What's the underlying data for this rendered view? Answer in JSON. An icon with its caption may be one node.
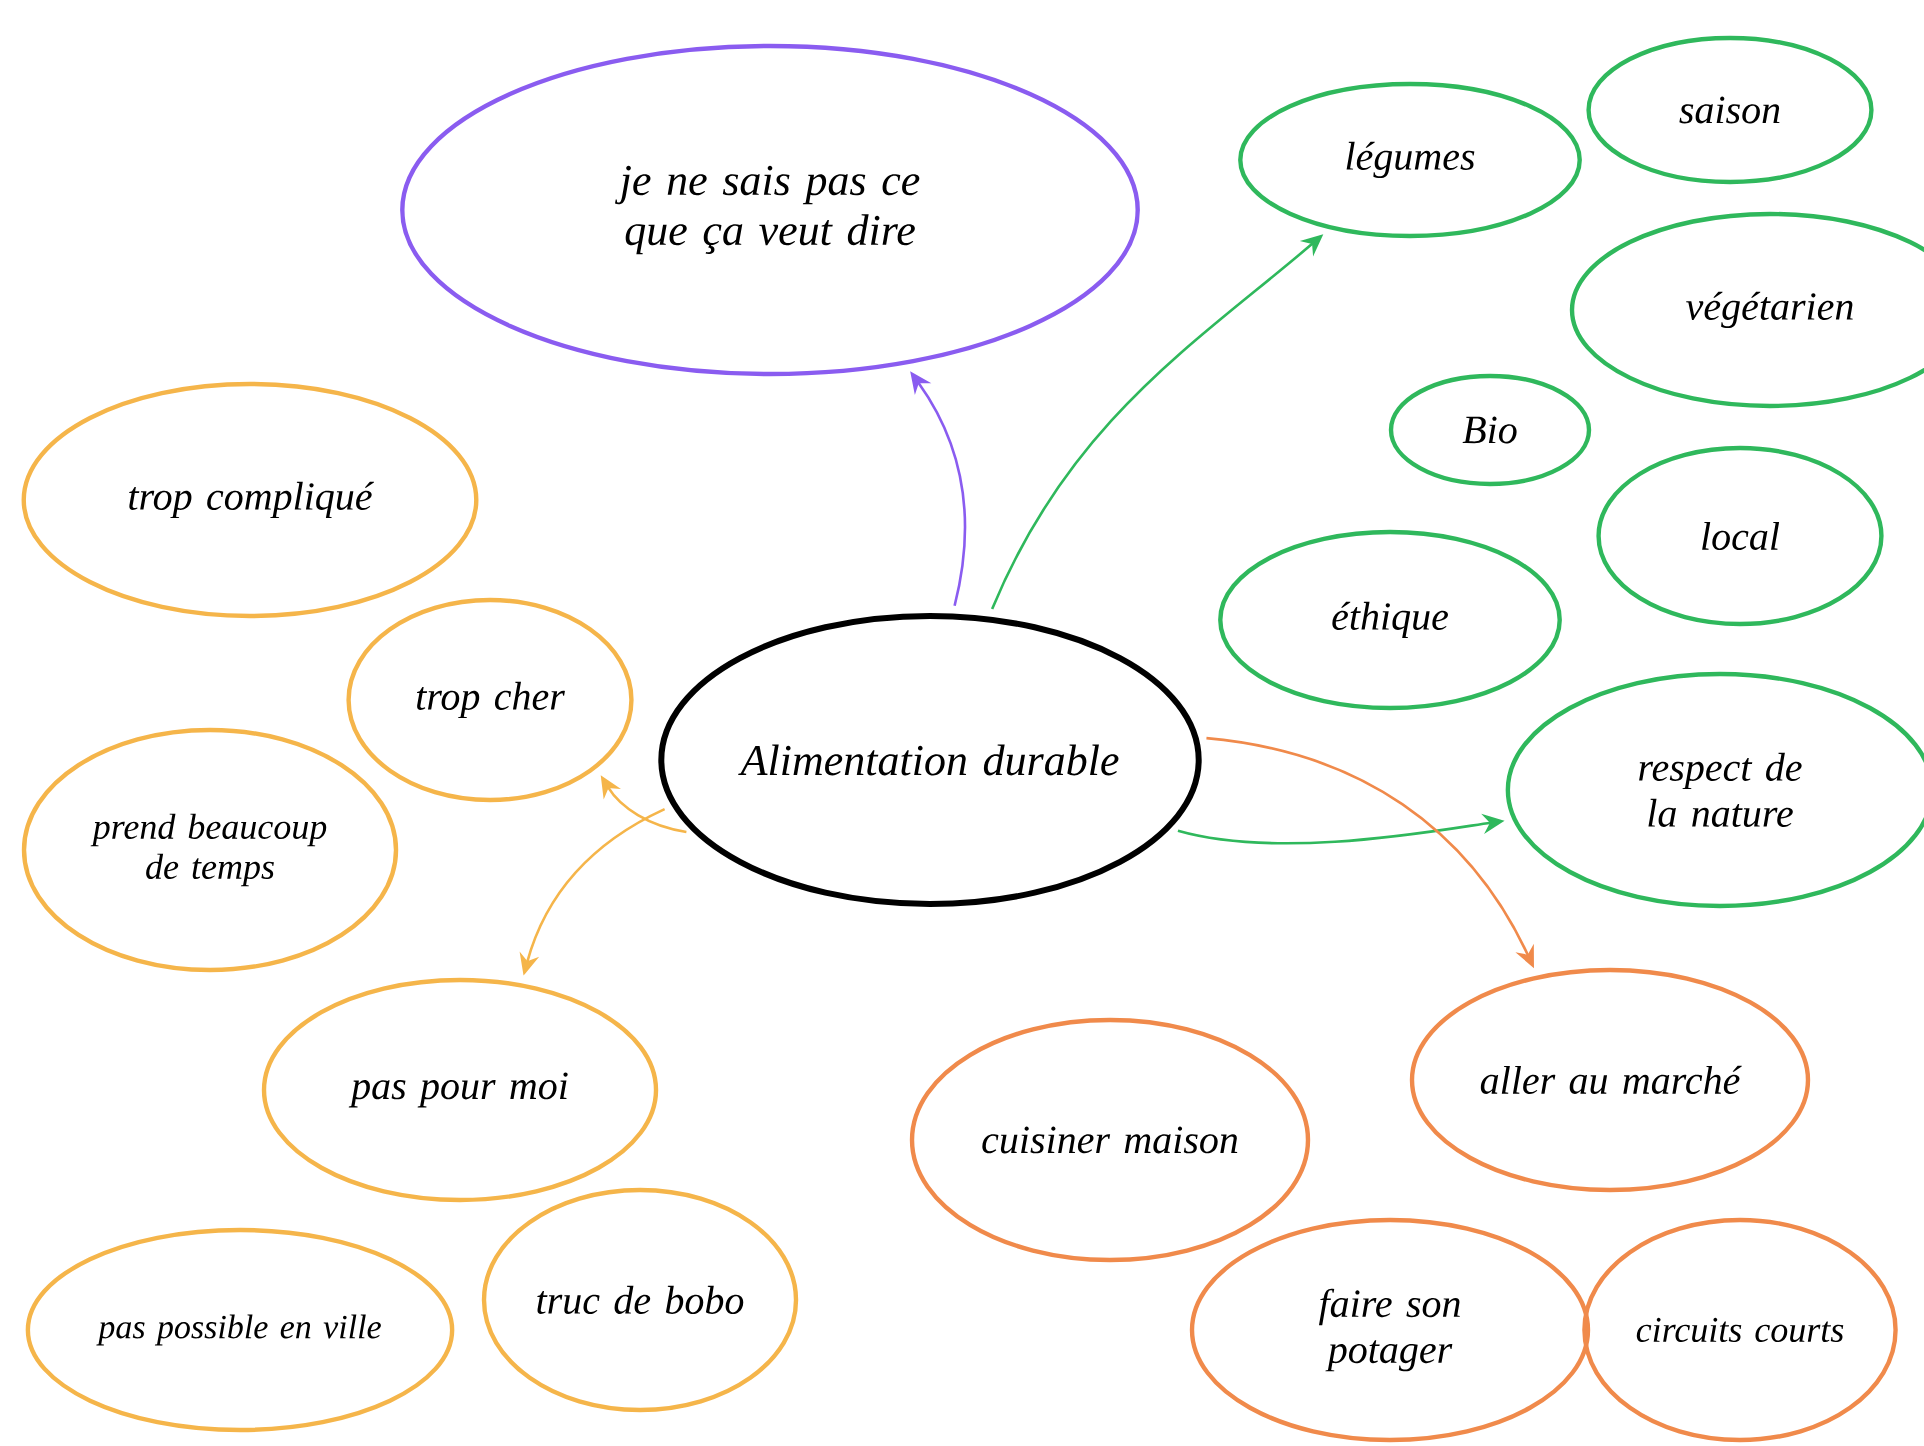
{
  "diagram": {
    "nodes": [
      {
        "text": [
          "Alimentation durable"
        ]
      },
      {
        "text": [
          "je ne sais pas ce que ça veut dire"
        ]
      },
      {
        "text": [
          "légumes"
        ]
      },
      {
        "text": [
          "saison"
        ]
      },
      {
        "text": [
          "végétarien"
        ]
      },
      {
        "text": [
          "Bio"
        ]
      },
      {
        "text": [
          "local"
        ]
      },
      {
        "text": [
          "éthique"
        ]
      },
      {
        "text": [
          "respect de la nature"
        ]
      },
      {
        "text": [
          "trop compliqué"
        ]
      },
      {
        "text": [
          "trop cher"
        ]
      },
      {
        "text": [
          "prend beaucoup de temps"
        ]
      },
      {
        "text": [
          "pas pour moi"
        ]
      },
      {
        "text": [
          "pas possible en ville"
        ]
      },
      {
        "text": [
          "truc de bobo"
        ]
      },
      {
        "text": [
          "cuisiner maison"
        ]
      },
      {
        "text": [
          "aller au marché"
        ]
      },
      {
        "text": [
          "faire son potager"
        ]
      },
      {
        "text": [
          "circuits courts"
        ]
      }
    ],
    "edges": [
      {
        "from": 0,
        "to": 1,
        "arrow": "to",
        "color": "#8a5cf0"
      },
      {
        "from": 0,
        "to": 2,
        "arrow": "to",
        "color": "#2fb85c"
      },
      {
        "from": 0,
        "to": 8,
        "arrow": "to",
        "color": "#2fb85c"
      },
      {
        "from": 0,
        "to": 10,
        "arrow": "to",
        "color": "#f5b54a"
      },
      {
        "from": 0,
        "to": 12,
        "arrow": "to",
        "color": "#f5b54a"
      },
      {
        "from": 0,
        "to": 16,
        "arrow": "to",
        "color": "#f08a4b"
      }
    ]
  }
}
